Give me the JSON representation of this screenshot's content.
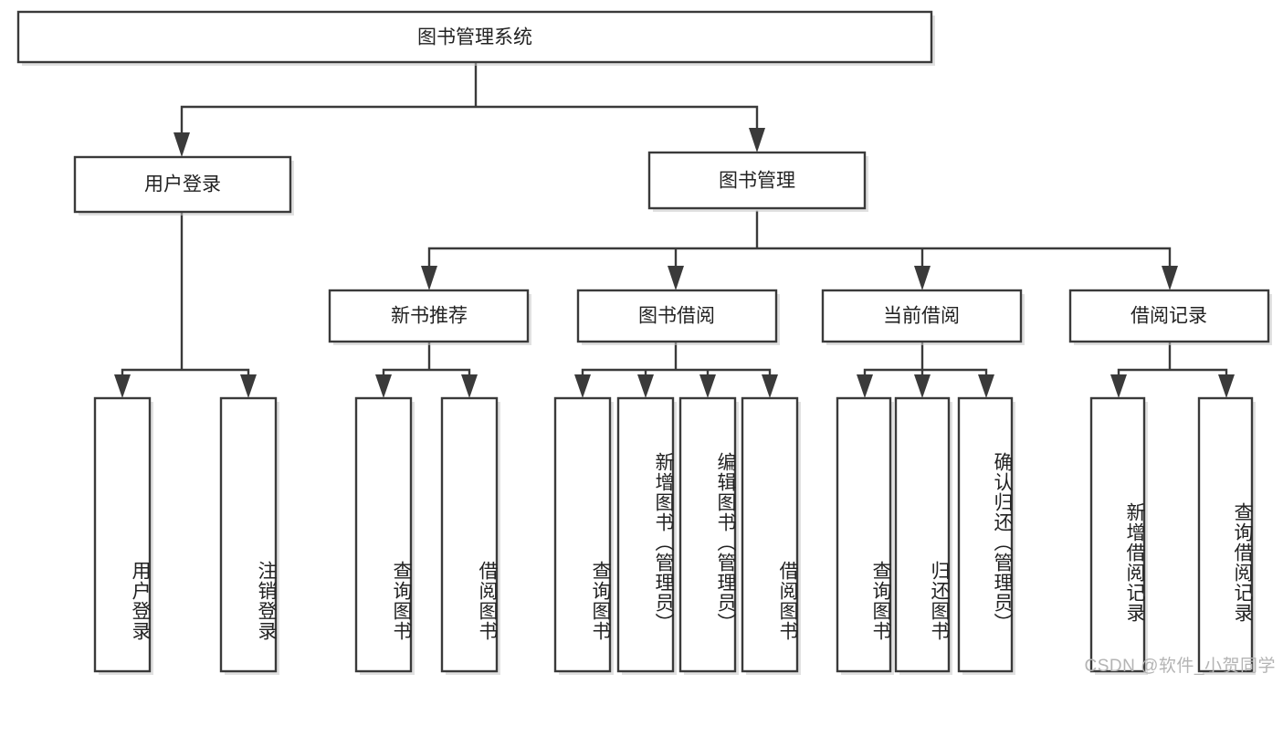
{
  "diagram": {
    "type": "tree",
    "title": "图书管理系统",
    "orientation": "top-down",
    "edge_style": "orthogonal-arrow",
    "colors": {
      "stroke": "#3a3a3a",
      "fill": "#ffffff",
      "text": "#222222",
      "shadow": "#c9c9c9",
      "watermark": "#b4b4b4"
    },
    "root": {
      "label": "图书管理系统"
    },
    "level2": [
      {
        "label": "用户登录"
      },
      {
        "label": "图书管理"
      }
    ],
    "level3": [
      {
        "label": "新书推荐"
      },
      {
        "label": "图书借阅"
      },
      {
        "label": "当前借阅"
      },
      {
        "label": "借阅记录"
      }
    ],
    "leaves": {
      "user_login": [
        {
          "label": "用户登录"
        },
        {
          "label": "注销登录"
        }
      ],
      "new_book_recommend": [
        {
          "label": "查询图书"
        },
        {
          "label": "借阅图书"
        }
      ],
      "book_borrow": [
        {
          "label": "查询图书"
        },
        {
          "label": "新增图书（管理员）"
        },
        {
          "label": "编辑图书（管理员）"
        },
        {
          "label": "借阅图书"
        }
      ],
      "current_borrow": [
        {
          "label": "查询图书"
        },
        {
          "label": "归还图书"
        },
        {
          "label": "确认归还（管理员）"
        }
      ],
      "borrow_record": [
        {
          "label": "新增借阅记录"
        },
        {
          "label": "查询借阅记录"
        }
      ]
    }
  },
  "watermark": {
    "text": "CSDN @软件_小贺同学"
  }
}
